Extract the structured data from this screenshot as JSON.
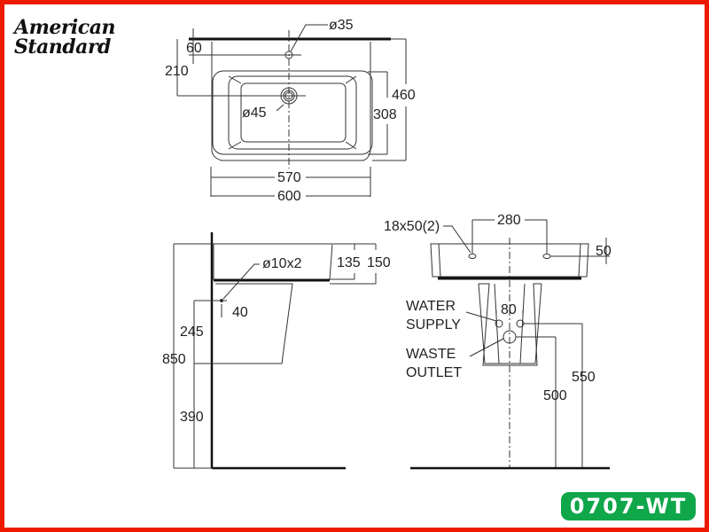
{
  "brand": {
    "line1": "American",
    "line2": "Standard"
  },
  "model_badge": {
    "label": "0707-WT",
    "color": "#10a64a"
  },
  "border_color": "#ee1a00",
  "top_view": {
    "tap_hole": "ø35",
    "drain": "ø45",
    "dim_60": "60",
    "dim_210": "210",
    "dim_460": "460",
    "dim_308": "308",
    "dim_570": "570",
    "dim_600": "600"
  },
  "side_view": {
    "fixing_holes": "ø10x2",
    "dim_135": "135",
    "dim_150": "150",
    "dim_40": "40",
    "dim_245": "245",
    "dim_850": "850",
    "dim_390": "390"
  },
  "front_view": {
    "slots": "18x50(2)",
    "dim_280": "280",
    "dim_50": "50",
    "water_supply_1": "WATER",
    "water_supply_2": "SUPPLY",
    "dim_80": "80",
    "waste_outlet_1": "WASTE",
    "waste_outlet_2": "OUTLET",
    "dim_550": "550",
    "dim_500": "500"
  }
}
